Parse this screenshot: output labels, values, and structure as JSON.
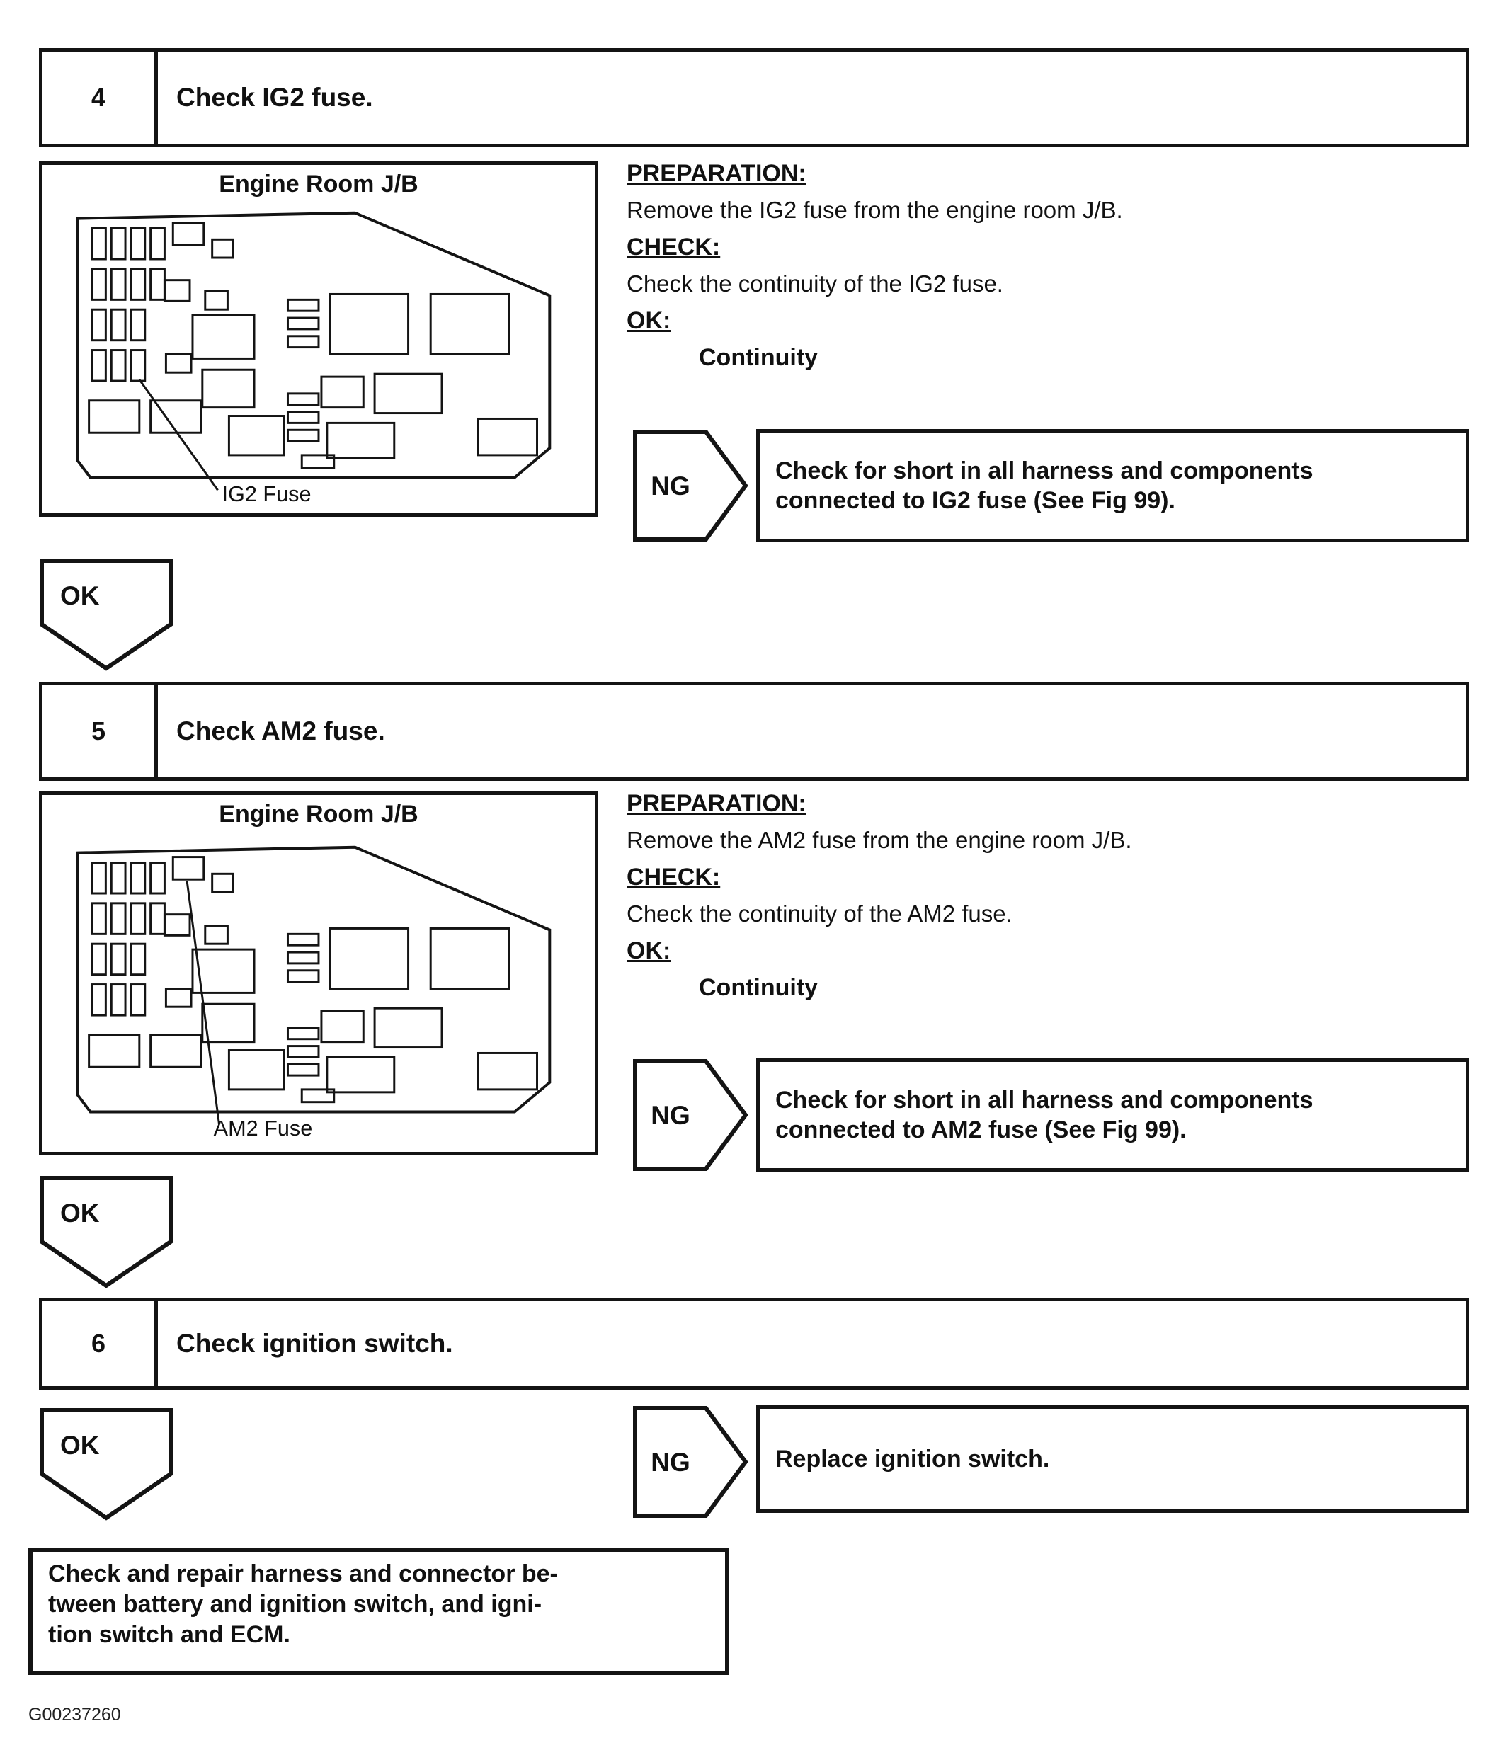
{
  "document": {
    "footer_code": "G00237260"
  },
  "labels": {
    "ok": "OK",
    "ng": "NG"
  },
  "steps": [
    {
      "number": "4",
      "title": "Check IG2 fuse.",
      "figure": {
        "title": "Engine Room J/B",
        "fuse_label": "IG2 Fuse"
      },
      "sections": {
        "preparation_heading": "PREPARATION:",
        "preparation_text": "Remove the IG2 fuse from the engine room J/B.",
        "check_heading": "CHECK:",
        "check_text": "Check the continuity of the IG2 fuse.",
        "ok_heading": "OK:",
        "ok_value": "Continuity"
      },
      "ng_action_lines": [
        "Check for short in all harness and components",
        "connected to IG2 fuse (See Fig 99)."
      ]
    },
    {
      "number": "5",
      "title": "Check AM2 fuse.",
      "figure": {
        "title": "Engine Room J/B",
        "fuse_label": "AM2 Fuse"
      },
      "sections": {
        "preparation_heading": "PREPARATION:",
        "preparation_text": "Remove the AM2 fuse from the engine room J/B.",
        "check_heading": "CHECK:",
        "check_text": "Check the continuity of the AM2 fuse.",
        "ok_heading": "OK:",
        "ok_value": "Continuity"
      },
      "ng_action_lines": [
        "Check for short in all harness and components",
        "connected to AM2 fuse (See Fig 99)."
      ]
    },
    {
      "number": "6",
      "title": "Check ignition switch.",
      "ng_action": "Replace ignition switch."
    }
  ],
  "final_action": {
    "lines": [
      "Check and repair harness and connector be-",
      "tween battery and ignition switch, and igni-",
      "tion switch and ECM."
    ]
  }
}
